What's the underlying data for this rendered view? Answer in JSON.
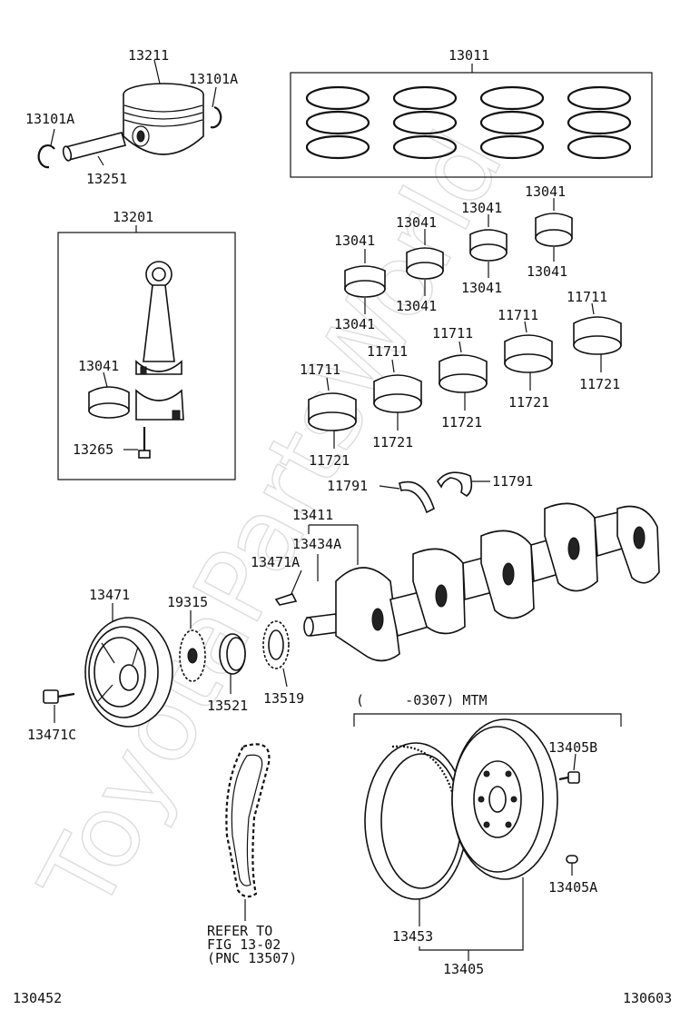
{
  "watermark": "ToyotaPartsWorld",
  "footer": {
    "left_code": "130452",
    "right_code": "130603"
  },
  "group_note": {
    "mtm": "(     -0307) MTM"
  },
  "refer_note": {
    "line1": "REFER TO",
    "line2": "FIG 13-02",
    "line3": "(PNC 13507)"
  },
  "parts": {
    "p13211": "13211",
    "p13101A_right": "13101A",
    "p13101A_left": "13101A",
    "p13251": "13251",
    "p13011": "13011",
    "p13201": "13201",
    "p13041_rod": "13041",
    "p13265": "13265",
    "p13041_a_top": "13041",
    "p13041_a_bot": "13041",
    "p13041_b_top": "13041",
    "p13041_b_bot": "13041",
    "p13041_c_top": "13041",
    "p13041_c_bot": "13041",
    "p13041_d_top": "13041",
    "p13041_d_bot": "13041",
    "p11711_a": "11711",
    "p11721_a": "11721",
    "p11711_b": "11711",
    "p11721_b": "11721",
    "p11711_c": "11711",
    "p11721_c": "11721",
    "p11711_d": "11711",
    "p11721_d": "11721",
    "p11711_e": "11711",
    "p11721_e": "11721",
    "p11791_left": "11791",
    "p11791_right": "11791",
    "p13411": "13411",
    "p13434A": "13434A",
    "p13471A": "13471A",
    "p13471": "13471",
    "p19315": "19315",
    "p13521": "13521",
    "p13519": "13519",
    "p13471C": "13471C",
    "p13405B": "13405B",
    "p13405A": "13405A",
    "p13453": "13453",
    "p13405": "13405"
  }
}
